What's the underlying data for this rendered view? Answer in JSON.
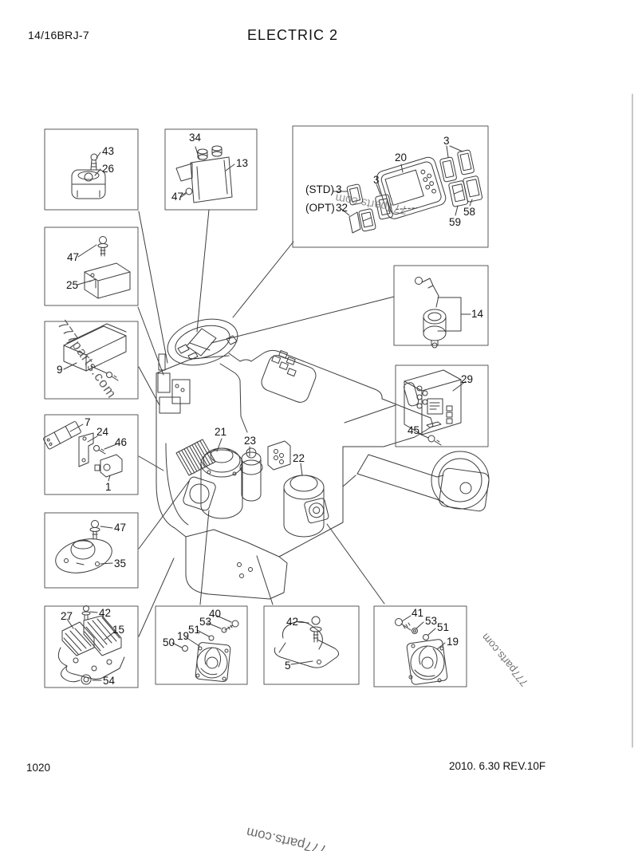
{
  "page": {
    "model": "14/16BRJ-7",
    "title": "ELECTRIC 2",
    "page_number": "1020",
    "revision": "2010. 6.30  REV.10F"
  },
  "watermark": {
    "text": "777parts.com"
  },
  "labels": {
    "n1": "1",
    "n3": "3",
    "n5": "5",
    "n7": "7",
    "n9": "9",
    "n13": "13",
    "n14": "14",
    "n15": "15",
    "n19": "19",
    "n20": "20",
    "n21": "21",
    "n22": "22",
    "n23": "23",
    "n24": "24",
    "n25": "25",
    "n26": "26",
    "n27": "27",
    "n29": "29",
    "n32": "32",
    "n34": "34",
    "n35": "35",
    "n40": "40",
    "n41": "41",
    "n42": "42",
    "n43": "43",
    "n45": "45",
    "n46": "46",
    "n47": "47",
    "n50": "50",
    "n51": "51",
    "n53": "53",
    "n54": "54",
    "n58": "58",
    "n59": "59",
    "std": "(STD)",
    "opt": "(OPT)"
  }
}
